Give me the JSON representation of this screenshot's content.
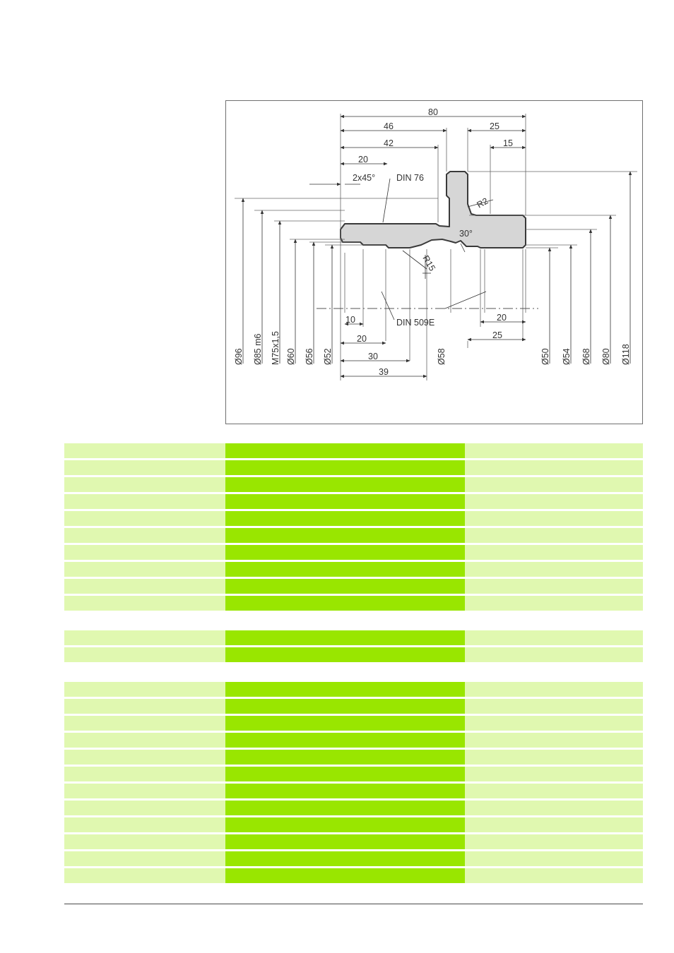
{
  "drawing": {
    "horizontal_dims": {
      "d80": "80",
      "d46": "46",
      "d42": "42",
      "d25_top": "25",
      "d20_top": "20",
      "d15": "15",
      "d10": "10",
      "d20_bottom": "20",
      "d30": "30",
      "d39": "39",
      "d20_right": "20",
      "d25_right": "25"
    },
    "diameter_dims": {
      "d96": "Ø96",
      "d85": "Ø85 m6",
      "m75": "M75x1,5",
      "d60": "Ø60",
      "d56": "Ø56",
      "d52": "Ø52",
      "d58": "Ø58",
      "d50": "Ø50",
      "d54": "Ø54",
      "d68": "Ø68",
      "d80": "Ø80",
      "d118": "Ø118"
    },
    "callouts": {
      "chamfer": "2x45°",
      "din76": "DIN 76",
      "din509e": "DIN 509E",
      "r2": "R2",
      "r15": "R15",
      "angle30": "30°"
    },
    "colors": {
      "part_fill": "#d6d6d6",
      "line": "#3a3a3a",
      "dim_line": "#555555"
    }
  },
  "tables": {
    "group1_rows": 10,
    "group2_rows": 2,
    "group3_rows": 12,
    "colors": {
      "light": "#e0f8b0",
      "bright": "#99e600"
    }
  }
}
